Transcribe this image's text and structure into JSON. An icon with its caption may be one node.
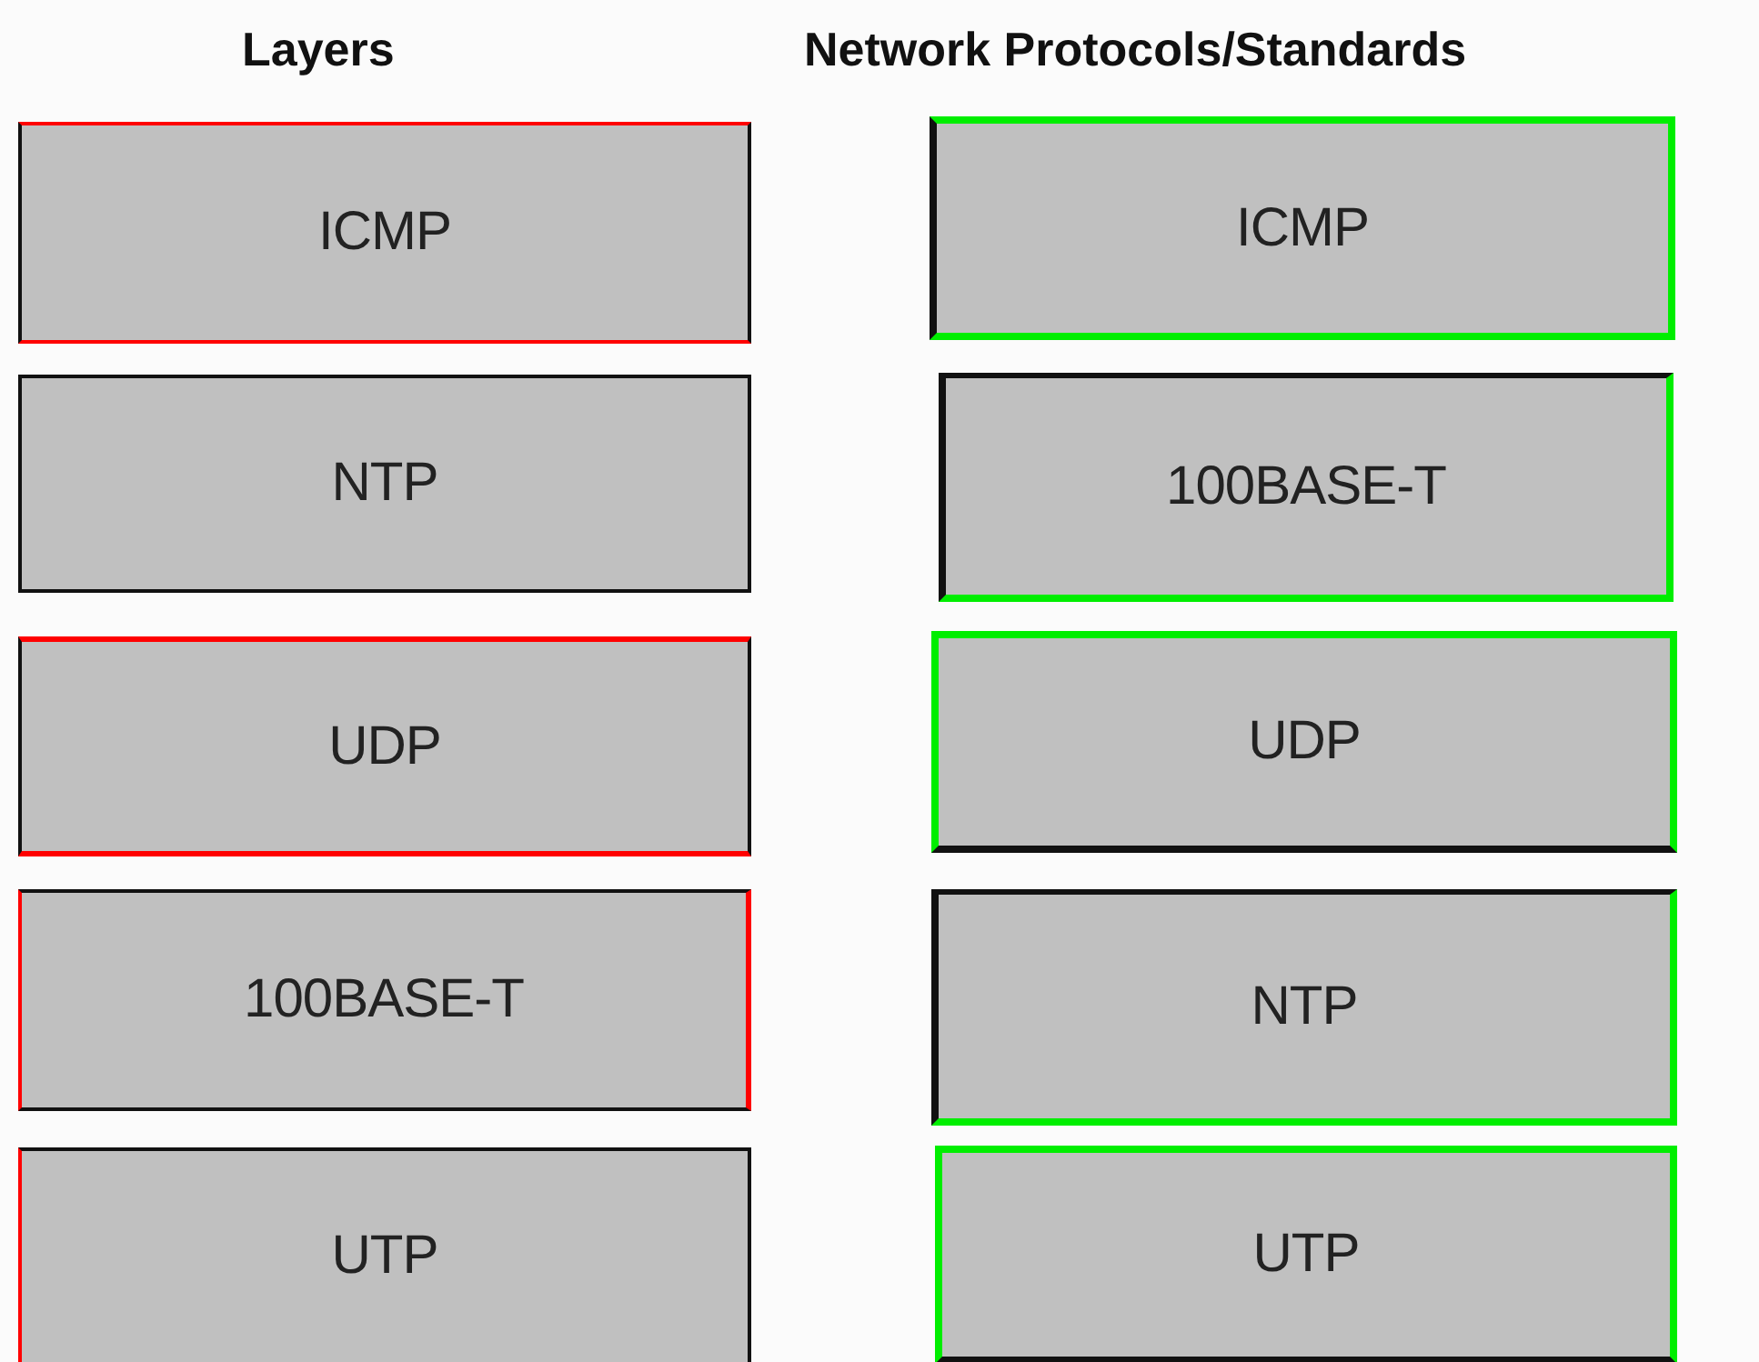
{
  "diagram": {
    "nodes": [
      {
        "text": [
          "ICMP"
        ]
      },
      {
        "text": [
          "NTP"
        ]
      },
      {
        "text": [
          "UDP"
        ]
      },
      {
        "text": [
          "100BASE-T"
        ]
      },
      {
        "text": [
          "UTP"
        ]
      },
      {
        "text": [
          "ICMP"
        ]
      },
      {
        "text": [
          "100BASE-T"
        ]
      },
      {
        "text": [
          "UDP"
        ]
      },
      {
        "text": [
          "NTP"
        ]
      },
      {
        "text": [
          "UTP"
        ]
      }
    ],
    "labels": [
      "Layers",
      "Network Protocols/Standards"
    ]
  }
}
